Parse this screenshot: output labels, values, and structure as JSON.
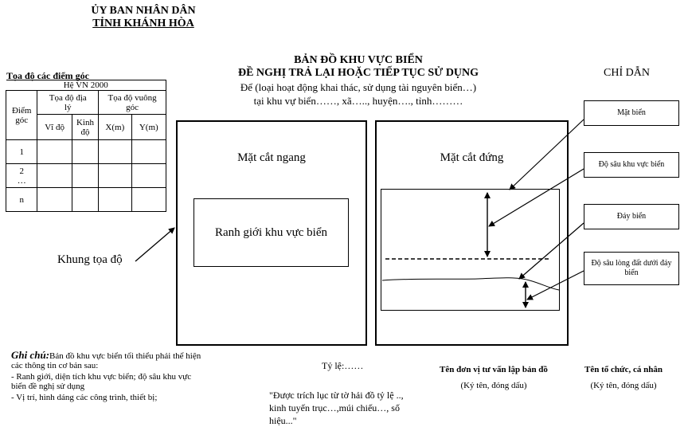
{
  "header": {
    "org_line1": "ỦY BAN NHÂN DÂN",
    "org_line2": "TỈNH KHÁNH HÒA"
  },
  "title": {
    "line1": "BẢN ĐỒ KHU VỰC BIỂN",
    "line2": "ĐỀ NGHỊ TRẢ LẠI HOẶC TIẾP TỤC SỬ DỤNG",
    "line3": "Để (loại hoạt động khai thác, sử dụng tài nguyên biển…)",
    "line4": "tại khu vự biển……, xã….., huyện…., tỉnh………"
  },
  "coord_table": {
    "caption": "Tọa độ các điểm góc",
    "system": "Hệ VN 2000",
    "point_header": "Điểm góc",
    "geo_header": "Tọa độ địa lý",
    "proj_header": "Tọa độ vuông góc",
    "lat": "Vĩ độ",
    "lon": "Kinh độ",
    "x": "X(m)",
    "y": "Y(m)",
    "rows": [
      "1",
      "2\n…",
      "n"
    ]
  },
  "legend": {
    "title": "CHỈ DẪN",
    "items": [
      "Mặt biển",
      "Độ sâu khu vực biển",
      "Đáy biển",
      "Độ sâu lòng đất dưới đáy biển"
    ]
  },
  "map": {
    "left_panel_title": "Mặt cắt ngang",
    "boundary_label": "Ranh giới khu vực biển",
    "right_panel_title": "Mặt cắt đứng",
    "frame_label": "Khung tọa độ"
  },
  "notes": {
    "heading": "Ghi chú:",
    "intro": "Bản đồ khu vực biển tối thiểu phải thể hiện các thông tin cơ bản sau:",
    "item1": "-  Ranh giới, diện tích khu vực biển; độ sâu khu vực biển đề nghị sử dụng",
    "item2": "- Vị trí, hình dáng các công trình, thiết bị;"
  },
  "scale": {
    "label": "Tỷ lệ:……",
    "quote": "\"Được trích lục từ tờ hải đồ tỷ lệ .., kinh tuyến trục…,múi chiếu…, số hiệu...\""
  },
  "signatures": {
    "consultant_title": "Tên đơn vị tư vấn lập bản đồ",
    "consultant_sign": "(Ký tên, đóng dấu)",
    "owner_title": "Tên tổ chức, cá nhân",
    "owner_sign": "(Ký tên, đóng dấu)"
  }
}
